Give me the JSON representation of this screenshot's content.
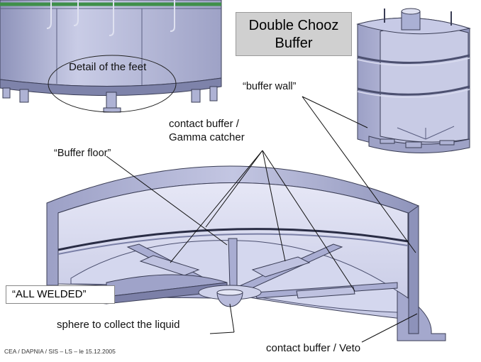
{
  "title": {
    "line1": "Double Chooz",
    "line2": "Buffer"
  },
  "labels": {
    "feet_detail": "Detail of the feet",
    "buffer_wall": "“buffer wall”",
    "contact_gamma_line1": "contact buffer /",
    "contact_gamma_line2": "Gamma catcher",
    "buffer_floor": "“Buffer floor”",
    "all_welded": "“ALL WELDED”",
    "sphere": "sphere to collect the liquid",
    "contact_veto": "contact buffer / Veto"
  },
  "footer": "CEA / DAPNIA / SIS – LS – le 15.12.2005",
  "colors": {
    "metal": "#b8bcdc",
    "metal_dark": "#8a8fb4",
    "metal_light": "#d8dbee",
    "edge": "#3a3d55",
    "accent_green": "#3f8f4a"
  }
}
